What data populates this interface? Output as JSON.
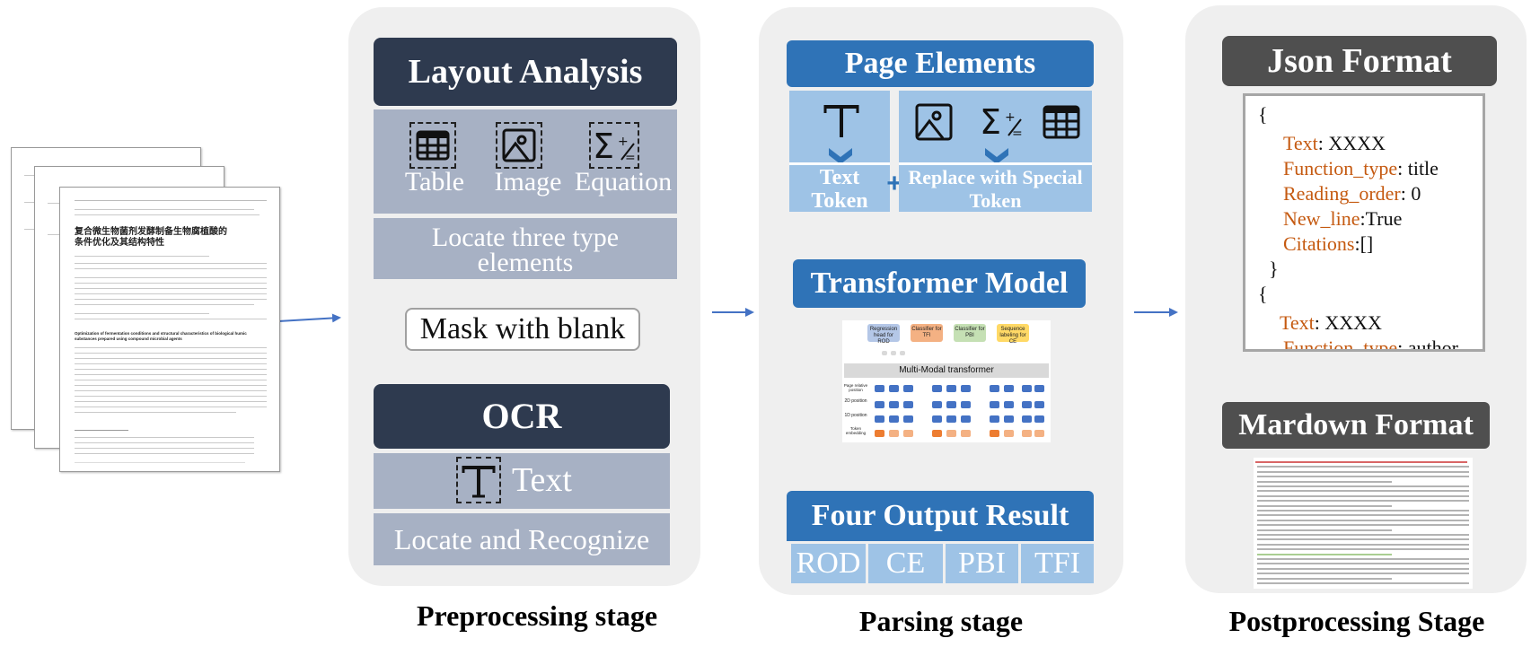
{
  "document_stack": {
    "paper_title_line1": "复合微生物菌剂发酵制备生物腐植酸的",
    "paper_title_line2": "条件优化及其结构特性",
    "english_title": "Optimization of fermentation conditions and structural characteristics of biological humic substances prepared using compound microbial agents"
  },
  "preprocessing": {
    "layout_title": "Layout Analysis",
    "icon_labels": [
      "Table",
      "Image",
      "Equation"
    ],
    "locate_text": "Locate three type elements",
    "mask_text": "Mask with blank",
    "ocr_title": "OCR",
    "text_label": "Text",
    "locate_recognize": "Locate and Recognize",
    "stage_label": "Preprocessing stage"
  },
  "parsing": {
    "page_elements_title": "Page Elements",
    "text_token_label": "Text Token",
    "plus_sign": "+",
    "special_token_label": "Replace with Special Token",
    "transformer_title": "Transformer Model",
    "heads": [
      "Regression head for ROD",
      "Classifier for TFI",
      "Classifier for PBI",
      "Sequence labeling for CE"
    ],
    "multimodal_label": "Multi-Modal transformer",
    "row_labels": [
      "Page relative position",
      "2D position",
      "1D position",
      "Token embedding"
    ],
    "output_title": "Four Output Result",
    "outputs": [
      "ROD",
      "CE",
      "PBI",
      "TFI"
    ],
    "stage_label": "Parsing stage"
  },
  "postprocessing": {
    "json_title": "Json Format",
    "json_lines": [
      {
        "key": "Text",
        "value": ": XXXX"
      },
      {
        "key": "Function_type",
        "value": ": title"
      },
      {
        "key": "Reading_order",
        "value": ": 0"
      },
      {
        "key": "New_line",
        "value": ":True"
      },
      {
        "key": "Citations",
        "value": ":[]"
      }
    ],
    "json_open_brace": "{",
    "json_close_brace": "}",
    "json_second_open": "{",
    "json_second_key": "Text",
    "json_second_value": ": XXXX",
    "json_third_key": "Function_type",
    "json_third_value": ": author",
    "markdown_title": "Mardown Format",
    "stage_label": "Postprocessing Stage"
  },
  "colors": {
    "navy": "#2e3a4f",
    "block_gray": "#a7b1c4",
    "blue": "#2f73b7",
    "light_blue": "#9ec3e6",
    "arrow_blue": "#4472c4",
    "json_key": "#c55a11",
    "panel": "#efefef"
  }
}
